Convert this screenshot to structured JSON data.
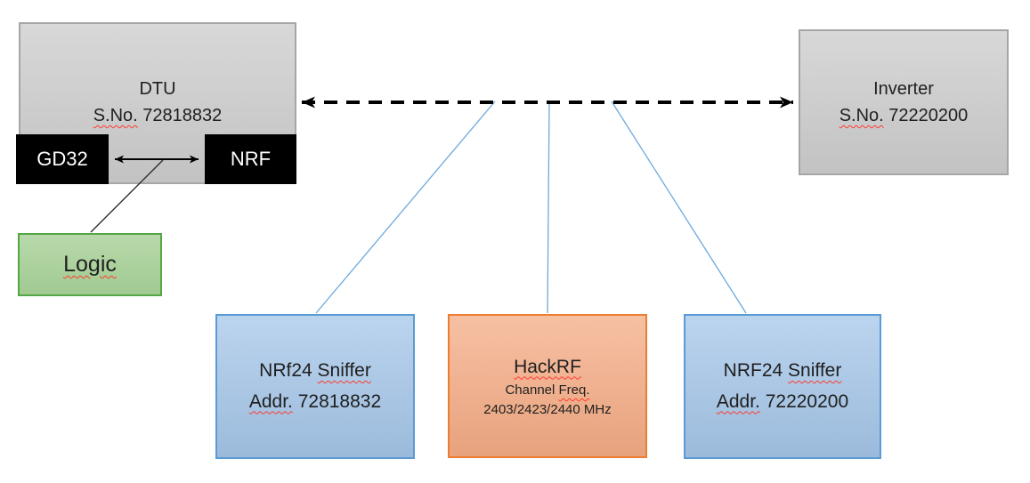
{
  "colors": {
    "node_gray_fill": "#cdcdcd",
    "node_gray_border": "#a6a6a6",
    "chip_black": "#000000",
    "logic_green_fill": "#a6d096",
    "logic_green_border": "#56a546",
    "sniffer_blue_fill": "#a5c6e9",
    "sniffer_blue_border": "#5b9bd5",
    "hackrf_orange_fill": "#f4ab84",
    "hackrf_orange_border": "#ed7d31",
    "connector_blue": "#6fa8dc",
    "arrow_black": "#000000",
    "spellcheck_red": "#ff3b30"
  },
  "nodes": {
    "dtu": {
      "title": "DTU",
      "serial_label": "S.No.",
      "serial_number": " 72818832"
    },
    "gd32": {
      "label": "GD32"
    },
    "nrf": {
      "label": "NRF"
    },
    "logic": {
      "label": "Logic"
    },
    "inverter": {
      "title": "Inverter",
      "serial_label": "S.No.",
      "serial_number": " 72220200"
    },
    "sniffer_left": {
      "title_prefix": "NRf24 ",
      "title_word": "Sniffer",
      "addr_label": "Addr.",
      "addr_number": " 72818832"
    },
    "hackrf": {
      "title": "HackRF",
      "channel_prefix": "Channel ",
      "channel_word": "Freq.",
      "frequencies": "2403/2423/2440 MHz"
    },
    "sniffer_right": {
      "title_prefix": "NRF24 ",
      "title_word": "Sniffer",
      "addr_label": "Addr.",
      "addr_number": " 72220200"
    }
  }
}
